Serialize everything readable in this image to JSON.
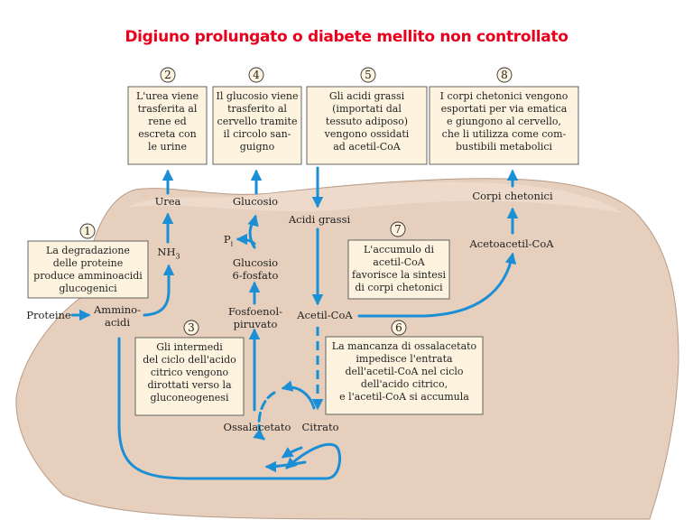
{
  "title": "Digiuno prolungato o diabete mellito non controllato",
  "colors": {
    "title": "#e8001c",
    "arrow": "#1a8fd6",
    "liver": "#e6cfbd",
    "box_fill": "#fdf3df",
    "box_border": "#555555"
  },
  "steps": [
    {
      "number": "1",
      "lines": [
        "La degradazione",
        "delle proteine",
        "produce amminoacidi",
        "glucogenici"
      ]
    },
    {
      "number": "2",
      "lines": [
        "L'urea viene",
        "trasferita al",
        "rene ed",
        "escreta con",
        "le urine"
      ]
    },
    {
      "number": "3",
      "lines": [
        "Gli intermedi",
        "del ciclo dell'acido",
        "citrico vengono",
        "dirottati verso la",
        "gluconeogenesi"
      ]
    },
    {
      "number": "4",
      "lines": [
        "Il glucosio viene",
        "trasferito al",
        "cervello tramite",
        "il circolo san-",
        "guigno"
      ]
    },
    {
      "number": "5",
      "lines": [
        "Gli acidi grassi",
        "(importati dal",
        "tessuto adiposo)",
        "vengono ossidati",
        "ad acetil-CoA"
      ]
    },
    {
      "number": "6",
      "lines": [
        "La mancanza di ossalacetato",
        "impedisce l'entrata",
        "dell'acetil-CoA nel ciclo",
        "dell'acido citrico,",
        "e l'acetil-CoA si accumula"
      ]
    },
    {
      "number": "7",
      "lines": [
        "L'accumulo di",
        "acetil-CoA",
        "favorisce la sintesi",
        "di corpi chetonici"
      ]
    },
    {
      "number": "8",
      "lines": [
        "I corpi chetonici vengono",
        "esportati per via ematica",
        "e giungono al cervello,",
        "che li utilizza come com-",
        "bustibili metabolici"
      ]
    }
  ],
  "metabolites": {
    "urea": "Urea",
    "nh3_base": "NH",
    "nh3_sub": "3",
    "proteine": "Proteine",
    "amminoacidi_1": "Ammino-",
    "amminoacidi_2": "acidi",
    "glucosio": "Glucosio",
    "pi_base": "P",
    "pi_sub": "i",
    "glucosio6f_1": "Glucosio",
    "glucosio6f_2": "6-fosfato",
    "fosfoenol_1": "Fosfoenol-",
    "fosfoenol_2": "piruvato",
    "ossalacetato": "Ossalacetato",
    "citrato": "Citrato",
    "acidi_grassi": "Acidi grassi",
    "acetil_coa": "Acetil-CoA",
    "acetoacetil_coa": "Acetoacetil-CoA",
    "corpi_chetonici": "Corpi chetonici"
  }
}
